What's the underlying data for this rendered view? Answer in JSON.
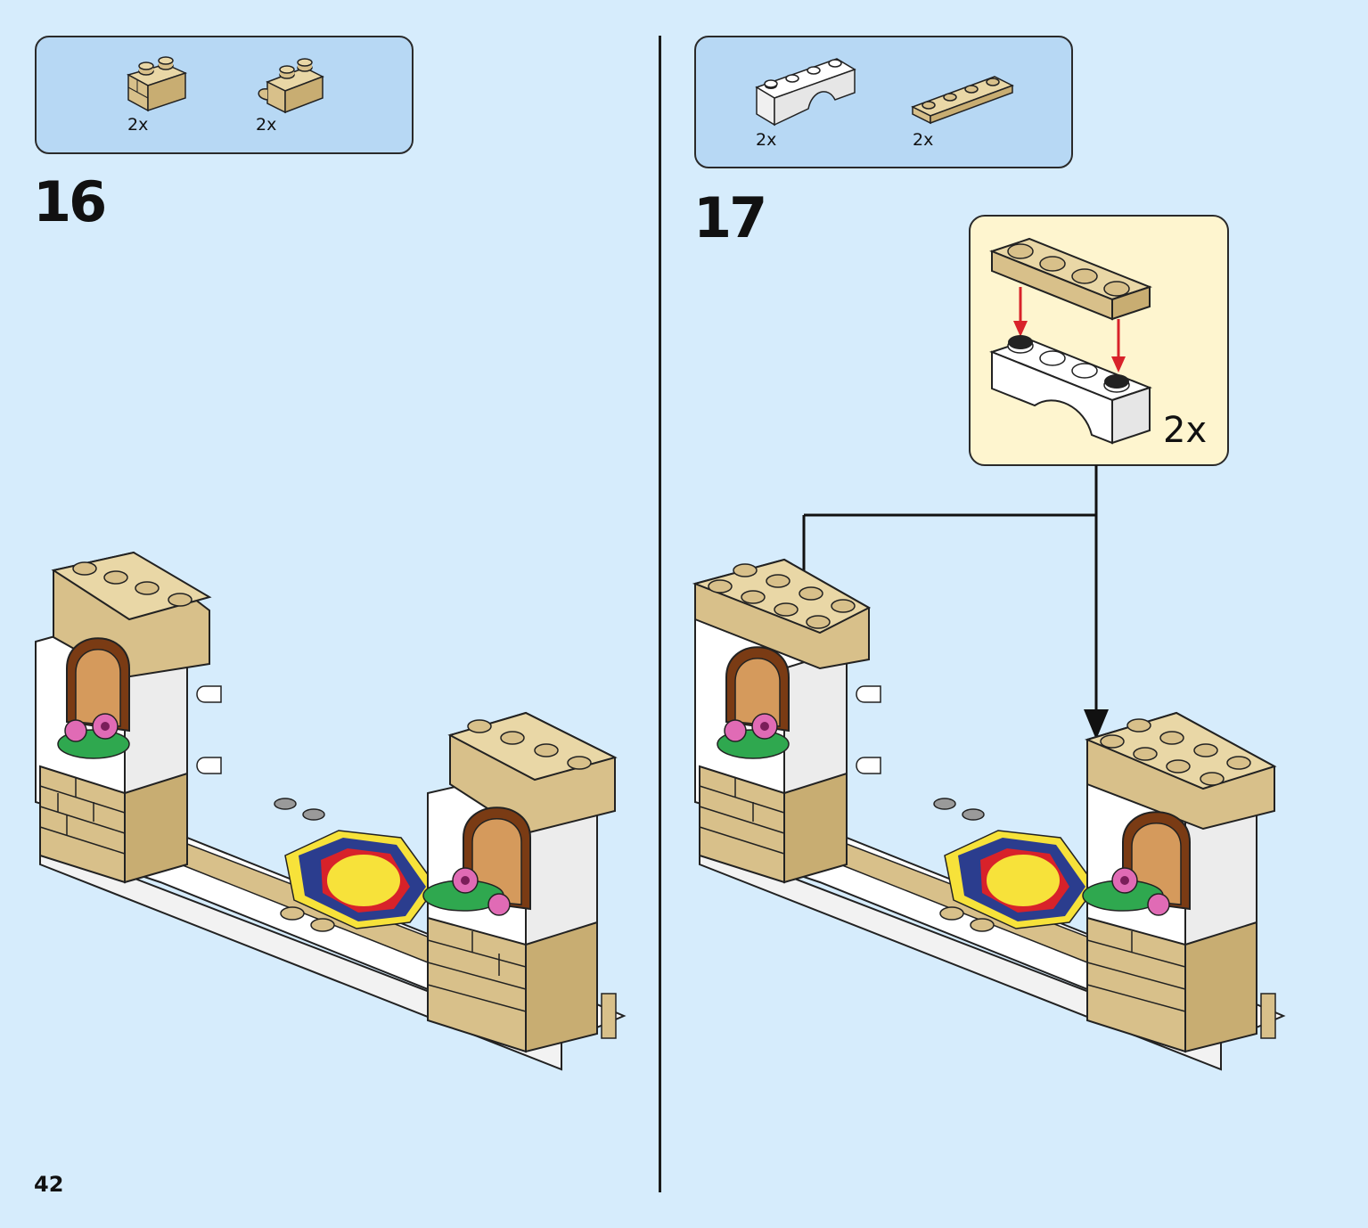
{
  "page": {
    "number": "42",
    "background": "#d6ecfc",
    "colors": {
      "tan": "#d8c08a",
      "parts_box": "#b7d8f4",
      "callout": "#fef5cf",
      "arrow_red": "#d8222a"
    }
  },
  "steps": [
    {
      "number": "16",
      "parts": [
        {
          "name": "tan-brick-1x2-with-masonry-icon",
          "qty": "2x"
        },
        {
          "name": "tan-brick-1x2-with-clip-icon",
          "qty": "2x"
        }
      ]
    },
    {
      "number": "17",
      "parts": [
        {
          "name": "white-arch-1x4-icon",
          "qty": "2x"
        },
        {
          "name": "tan-plate-1x4-icon",
          "qty": "2x"
        }
      ],
      "callout": {
        "qty": "2x"
      }
    }
  ]
}
